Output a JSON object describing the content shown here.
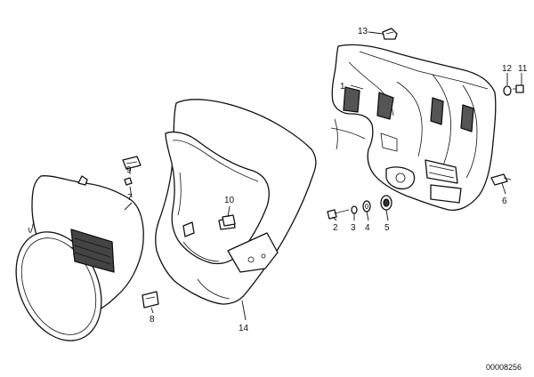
{
  "callouts": [
    "1",
    "2",
    "3",
    "4",
    "5",
    "6",
    "7",
    "8",
    "9",
    "10",
    "11",
    "12",
    "13",
    "14"
  ],
  "reference_number": "00008256"
}
